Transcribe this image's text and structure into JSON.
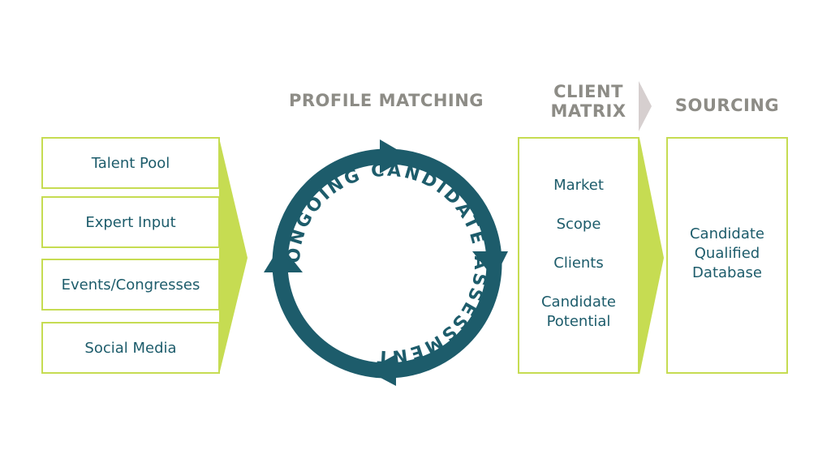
{
  "headings": {
    "profile_matching": "PROFILE MATCHING",
    "client_matrix_line1": "CLIENT",
    "client_matrix_line2": "MATRIX",
    "sourcing": "SOURCING"
  },
  "inputs": [
    "Talent Pool",
    "Expert Input",
    "Events/Congresses",
    "Social Media"
  ],
  "cycle_label": "ONGOING CANDIDATE ASSESSMENT",
  "client_matrix_items": [
    "Market",
    "Scope",
    "Clients",
    "Candidate",
    "Potential"
  ],
  "sourcing_items": [
    "Candidate",
    "Qualified",
    "Database"
  ],
  "colors": {
    "accent_green": "#c6dc52",
    "teal": "#1d5c6b",
    "heading_grey": "#8d8c86",
    "chevron_grey": "#d6cfcf"
  }
}
